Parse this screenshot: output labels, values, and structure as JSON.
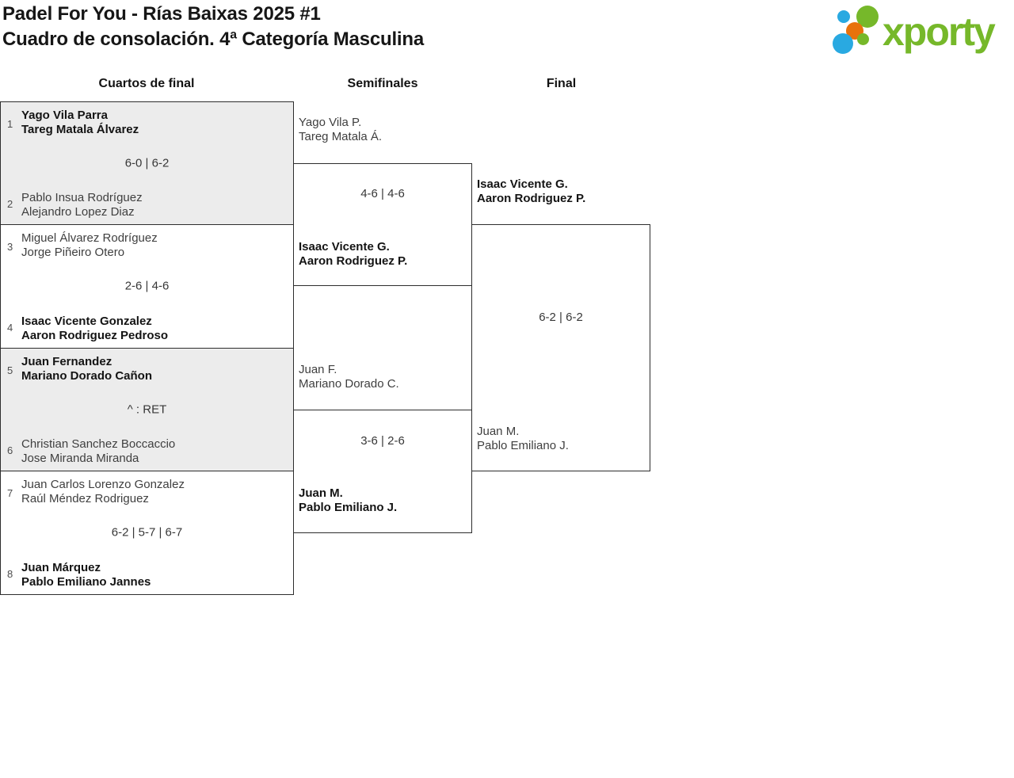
{
  "header": {
    "title_line1": "Padel For You - Rías Baixas 2025 #1",
    "title_line2": "Cuadro de consolación. 4ª Categoría Masculina"
  },
  "logo": {
    "text": "xporty",
    "colors": {
      "green": "#76b82a",
      "blue": "#29a9e1",
      "orange": "#e8720c"
    }
  },
  "rounds": {
    "quarterfinals": "Cuartos de final",
    "semifinals": "Semifinales",
    "final": "Final"
  },
  "bracket": {
    "quarterfinals": [
      {
        "seed_top": "1",
        "team_top_line1": "Yago Vila Parra",
        "team_top_line2": "Tareg Matala Álvarez",
        "team_top_winner": true,
        "score": "6-0 | 6-2",
        "seed_bottom": "2",
        "team_bottom_line1": "Pablo Insua Rodríguez",
        "team_bottom_line2": "Alejandro Lopez Diaz",
        "team_bottom_winner": false
      },
      {
        "seed_top": "3",
        "team_top_line1": "Miguel Álvarez Rodríguez",
        "team_top_line2": "Jorge Piñeiro Otero",
        "team_top_winner": false,
        "score": "2-6 | 4-6",
        "seed_bottom": "4",
        "team_bottom_line1": "Isaac Vicente Gonzalez",
        "team_bottom_line2": "Aaron Rodriguez Pedroso",
        "team_bottom_winner": true
      },
      {
        "seed_top": "5",
        "team_top_line1": "Juan Fernandez",
        "team_top_line2": "Mariano Dorado Cañon",
        "team_top_winner": true,
        "score": "^ : RET",
        "seed_bottom": "6",
        "team_bottom_line1": "Christian Sanchez Boccaccio",
        "team_bottom_line2": "Jose Miranda Miranda",
        "team_bottom_winner": false
      },
      {
        "seed_top": "7",
        "team_top_line1": "Juan Carlos Lorenzo Gonzalez",
        "team_top_line2": "Raúl Méndez Rodriguez",
        "team_top_winner": false,
        "score": "6-2 | 5-7 | 6-7",
        "seed_bottom": "8",
        "team_bottom_line1": "Juan Márquez",
        "team_bottom_line2": "Pablo Emiliano Jannes",
        "team_bottom_winner": true
      }
    ],
    "semifinals": [
      {
        "team_top_line1": "Yago Vila P.",
        "team_top_line2": "Tareg Matala Á.",
        "team_top_winner": false,
        "score": "4-6 | 4-6",
        "team_bottom_line1": "Isaac Vicente G.",
        "team_bottom_line2": "Aaron Rodriguez P.",
        "team_bottom_winner": true
      },
      {
        "team_top_line1": "Juan F.",
        "team_top_line2": "Mariano Dorado C.",
        "team_top_winner": false,
        "score": "3-6 | 2-6",
        "team_bottom_line1": "Juan M.",
        "team_bottom_line2": "Pablo Emiliano J.",
        "team_bottom_winner": true
      }
    ],
    "final": {
      "team_top_line1": "Isaac Vicente G.",
      "team_top_line2": "Aaron Rodriguez P.",
      "team_top_winner": true,
      "score": "6-2 | 6-2",
      "team_bottom_line1": "Juan M.",
      "team_bottom_line2": "Pablo Emiliano J.",
      "team_bottom_winner": false
    }
  }
}
